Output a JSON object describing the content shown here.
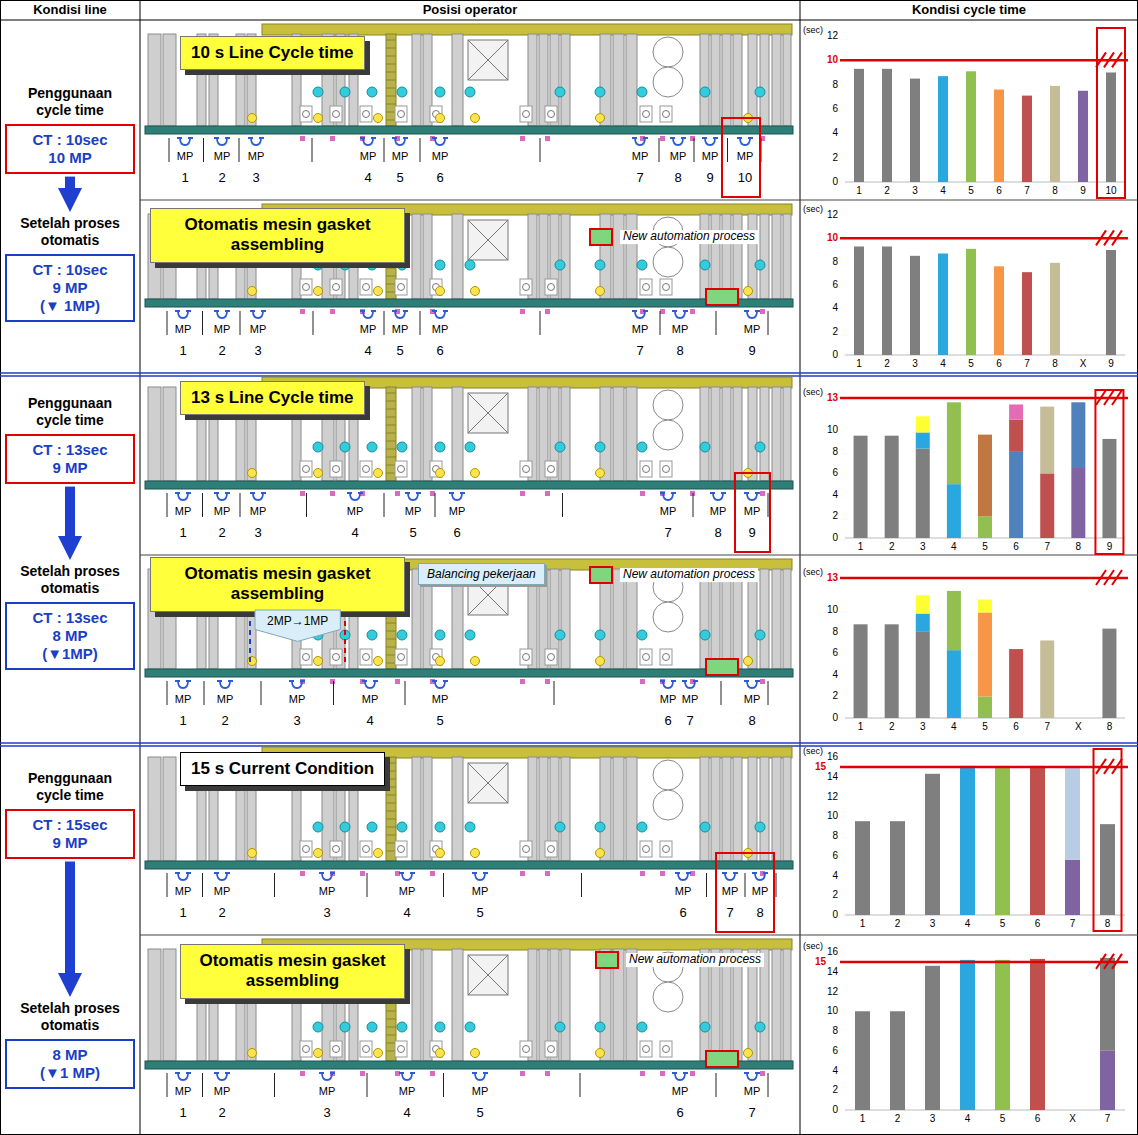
{
  "diagram": {
    "nodes": [
      {
        "text": [
          "Penggunaan cycle time",
          "CT : 10sec",
          "10 MP"
        ]
      },
      {
        "text": [
          "10 s Line Cycle time"
        ]
      },
      {
        "text": [
          "Setelah proses otomatis",
          "CT : 10sec",
          "9 MP",
          "(▼ 1MP)"
        ]
      },
      {
        "text": [
          "Otomatis mesin gasket assembling"
        ]
      },
      {
        "text": [
          "Penggunaan cycle time",
          "CT : 13sec",
          "9 MP"
        ]
      },
      {
        "text": [
          "13 s Line Cycle time"
        ]
      },
      {
        "text": [
          "Setelah proses otomatis",
          "CT : 13sec",
          "8 MP",
          "(▼1MP)"
        ]
      },
      {
        "text": [
          "Otomatis mesin gasket assembling"
        ]
      },
      {
        "text": [
          "Balancing pekerjaan"
        ]
      },
      {
        "text": [
          "2MP→1MP"
        ]
      },
      {
        "text": [
          "Penggunaan cycle time",
          "CT : 15sec",
          "9 MP"
        ]
      },
      {
        "text": [
          "15 s Current Condition"
        ]
      },
      {
        "text": [
          "Setelah proses otomatis",
          "8 MP",
          "(▼1 MP)"
        ]
      },
      {
        "text": [
          "Otomatis mesin gasket assembling"
        ]
      }
    ],
    "edges": [
      {
        "from": 0,
        "to": 2,
        "arrow": "to"
      },
      {
        "from": 4,
        "to": 6,
        "arrow": "to"
      },
      {
        "from": 10,
        "to": 12,
        "arrow": "to"
      }
    ],
    "labels": [
      "Kondisi line",
      "Posisi operator",
      "Kondisi cycle time",
      "MP",
      "MP",
      "MP",
      "MP",
      "MP",
      "MP",
      "MP",
      "MP",
      "MP",
      "MP",
      "1",
      "2",
      "3",
      "4",
      "5",
      "6",
      "7",
      "8",
      "9",
      "10",
      "(sec)",
      "12",
      "10",
      "8",
      "6",
      "4",
      "2",
      "0",
      "1",
      "2",
      "3",
      "4",
      "5",
      "6",
      "7",
      "8",
      "9",
      "10",
      "MP",
      "MP",
      "MP",
      "MP",
      "MP",
      "MP",
      "MP",
      "MP",
      "MP",
      "1",
      "2",
      "3",
      "4",
      "5",
      "6",
      "7",
      "8",
      "9",
      "New automation process",
      "(sec)",
      "12",
      "10",
      "8",
      "6",
      "4",
      "2",
      "0",
      "1",
      "2",
      "3",
      "4",
      "5",
      "6",
      "7",
      "8",
      "X",
      "9",
      "MP",
      "MP",
      "MP",
      "MP",
      "MP",
      "MP",
      "MP",
      "MP",
      "MP",
      "1",
      "2",
      "3",
      "4",
      "5",
      "6",
      "7",
      "8",
      "9",
      "(sec)",
      "13",
      "10",
      "8",
      "6",
      "4",
      "2",
      "0",
      "1",
      "2",
      "3",
      "4",
      "5",
      "6",
      "7",
      "8",
      "9",
      "MP",
      "MP",
      "MP",
      "MP",
      "MP",
      "MP",
      "MP",
      "MP",
      "1",
      "2",
      "3",
      "4",
      "5",
      "6",
      "7",
      "8",
      "New automation process",
      "(sec)",
      "13",
      "10",
      "8",
      "6",
      "4",
      "2",
      "0",
      "1",
      "2",
      "3",
      "4",
      "5",
      "6",
      "7",
      "X",
      "8",
      "MP",
      "MP",
      "MP",
      "MP",
      "MP",
      "MP",
      "MP",
      "MP",
      "1",
      "2",
      "3",
      "4",
      "5",
      "6",
      "7",
      "8",
      "(sec)",
      "16",
      "15",
      "14",
      "12",
      "10",
      "8",
      "6",
      "4",
      "2",
      "0",
      "1",
      "2",
      "3",
      "4",
      "5",
      "6",
      "7",
      "8",
      "MP",
      "MP",
      "MP",
      "MP",
      "MP",
      "MP",
      "MP",
      "1",
      "2",
      "3",
      "4",
      "5",
      "6",
      "7",
      "New automation process",
      "(sec)",
      "16",
      "15",
      "14",
      "12",
      "10",
      "8",
      "6",
      "4",
      "2",
      "0",
      "1",
      "2",
      "3",
      "4",
      "5",
      "6",
      "X",
      "7"
    ]
  }
}
